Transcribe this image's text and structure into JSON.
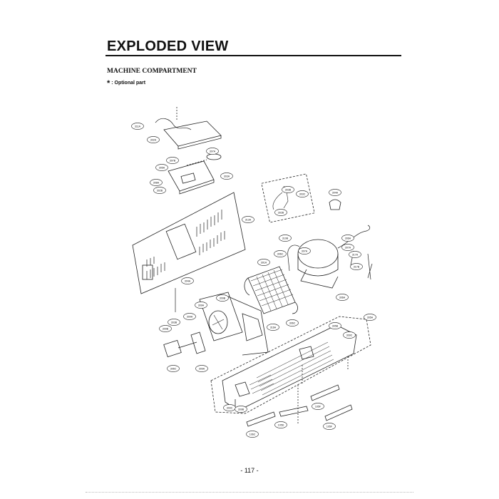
{
  "header": {
    "title": "EXPLODED VIEW",
    "section": "MACHINE COMPARTMENT",
    "note_symbol": "*",
    "note_text": ": Optional part"
  },
  "callouts": [
    {
      "label": "311A"
    },
    {
      "label": "302A"
    },
    {
      "label": "307A"
    },
    {
      "label": "307B"
    },
    {
      "label": "305A"
    },
    {
      "label": "308A"
    },
    {
      "label": "302B"
    },
    {
      "label": "303A"
    },
    {
      "label": "303B"
    },
    {
      "label": "303C"
    },
    {
      "label": "302B"
    },
    {
      "label": "304A"
    },
    {
      "label": "313A"
    },
    {
      "label": "310B"
    },
    {
      "label": "306A"
    },
    {
      "label": "306C"
    },
    {
      "label": "307A"
    },
    {
      "label": "307A"
    },
    {
      "label": "317A"
    },
    {
      "label": "317B"
    },
    {
      "label": "301A"
    },
    {
      "label": "304A"
    },
    {
      "label": "306A"
    },
    {
      "label": "309A"
    },
    {
      "label": "309B"
    },
    {
      "label": "309H"
    },
    {
      "label": "303B"
    },
    {
      "label": "309B"
    },
    {
      "label": "316A"
    },
    {
      "label": "306C"
    },
    {
      "label": "305A"
    },
    {
      "label": "305B"
    },
    {
      "label": "309C"
    },
    {
      "label": "306C"
    },
    {
      "label": "309A"
    },
    {
      "label": "309C"
    },
    {
      "label": "309B"
    },
    {
      "label": "105F"
    },
    {
      "label": "105D"
    },
    {
      "label": "105F"
    },
    {
      "label": "106C"
    }
  ],
  "footer": {
    "page_number": "- 117 -"
  }
}
